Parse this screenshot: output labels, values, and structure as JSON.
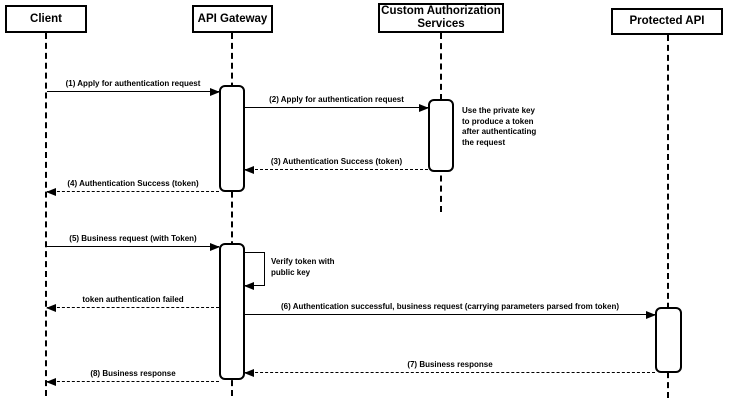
{
  "colors": {
    "stroke": "#000000",
    "fill": "#ffffff",
    "text": "#000000",
    "background": "#ffffff"
  },
  "actors": [
    {
      "id": "client",
      "label": "Client"
    },
    {
      "id": "api-gateway",
      "label": "API Gateway"
    },
    {
      "id": "custom-authorization-services",
      "label": "Custom Authorization Services"
    },
    {
      "id": "protected-api",
      "label": "Protected API"
    }
  ],
  "messages": [
    {
      "label": "(1) Apply for authentication request",
      "from": "client",
      "to": "api-gateway",
      "line": "solid",
      "direction": "right"
    },
    {
      "label": "(2) Apply for authentication request",
      "from": "api-gateway",
      "to": "custom-authorization-services",
      "line": "solid",
      "direction": "right"
    },
    {
      "label": "(3) Authentication Success (token)",
      "from": "custom-authorization-services",
      "to": "api-gateway",
      "line": "dashed",
      "direction": "left"
    },
    {
      "label": "(4) Authentication Success (token)",
      "from": "api-gateway",
      "to": "client",
      "line": "dashed",
      "direction": "left"
    },
    {
      "label": "(5) Business request (with Token)",
      "from": "client",
      "to": "api-gateway",
      "line": "solid",
      "direction": "right"
    },
    {
      "label": "Verify token with public key",
      "from": "api-gateway",
      "to": "api-gateway",
      "line": "solid",
      "direction": "self"
    },
    {
      "label": "token authentication failed",
      "from": "api-gateway",
      "to": "client",
      "line": "dashed",
      "direction": "left"
    },
    {
      "label": "(6) Authentication successful, business request (carrying parameters parsed from token)",
      "from": "api-gateway",
      "to": "protected-api",
      "line": "solid",
      "direction": "right"
    },
    {
      "label": "(7) Business response",
      "from": "protected-api",
      "to": "api-gateway",
      "line": "dashed",
      "direction": "left"
    },
    {
      "label": "(8) Business response",
      "from": "api-gateway",
      "to": "client",
      "line": "dashed",
      "direction": "left"
    }
  ],
  "notes": [
    {
      "text": "Use the private key to produce a token after authenticating the request",
      "attached_to": "custom-authorization-services"
    }
  ]
}
